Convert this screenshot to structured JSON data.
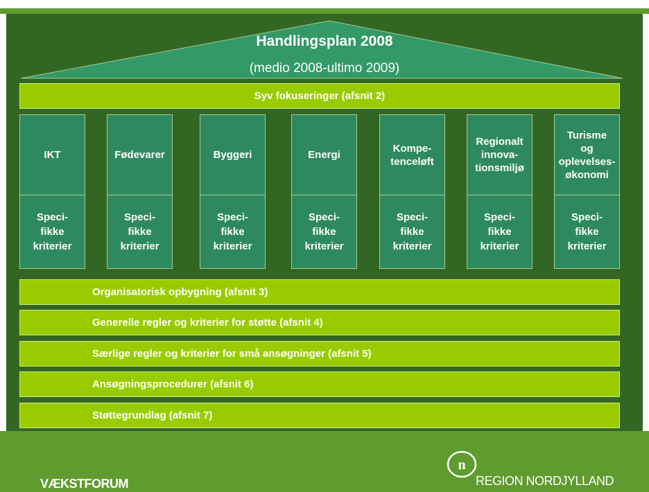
{
  "header": {
    "title": "Handlingsplan 2008",
    "subtitle": "(medio 2008-ultimo 2009)"
  },
  "focus_bar": "Syv fokuseringer (afsnit 2)",
  "columns": [
    {
      "name": "IKT",
      "criteria": "Speci-\nfikke\nkriterier"
    },
    {
      "name": "Fødevarer",
      "criteria": "Speci-\nfikke\nkriterier"
    },
    {
      "name": "Byggeri",
      "criteria": "Speci-\nfikke\nkriterier"
    },
    {
      "name": "Energi",
      "criteria": "Speci-\nfikke\nkriterier"
    },
    {
      "name": "Kompe-\ntenceløft",
      "criteria": "Speci-\nfikke\nkriterier"
    },
    {
      "name": "Regionalt\ninnova-\ntionsmiljø",
      "criteria": "Speci-\nfikke\nkriterier"
    },
    {
      "name": "Turisme\nog\noplevelses-\nøkonomi",
      "criteria": "Speci-\nfikke\nkriterier"
    }
  ],
  "sections": [
    "Organisatorisk opbygning (afsnit 3)",
    "Generelle regler og kriterier for støtte (afsnit 4)",
    "Særlige regler og kriterier for små ansøgninger (afsnit 5)",
    "Ansøgningsprocedurer (afsnit 6)",
    "Støttegrundlag (afsnit 7)"
  ],
  "footer": {
    "left_logo_text": "VÆKSTFORUM",
    "right_logo_text": "REGION NORDJYLLAND"
  },
  "colors": {
    "background": "#336622",
    "bar": "#99cc00",
    "column": "#2e8a5e",
    "roof": "#339966"
  }
}
